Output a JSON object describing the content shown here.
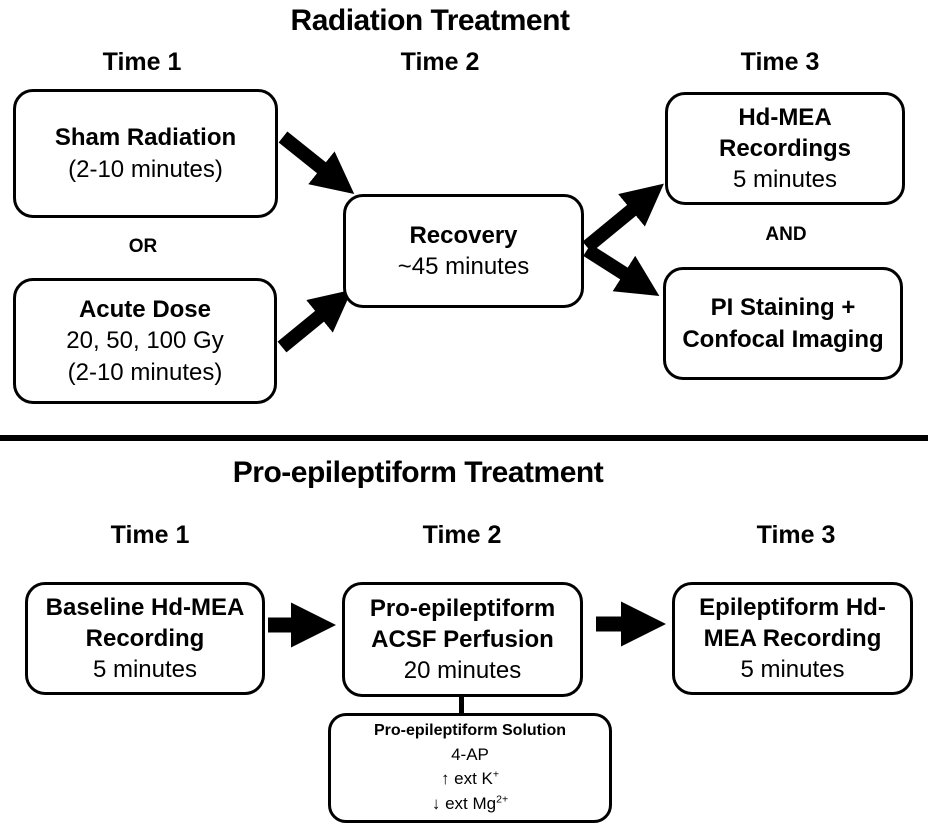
{
  "radiation": {
    "title": "Radiation Treatment",
    "time_headers": [
      "Time 1",
      "Time 2",
      "Time 3"
    ],
    "sham": {
      "title": "Sham Radiation",
      "sub": "(2-10 minutes)"
    },
    "or_label": "OR",
    "acute": {
      "title": "Acute Dose",
      "line2": "20, 50, 100 Gy",
      "line3": "(2-10 minutes)"
    },
    "recovery": {
      "title": "Recovery",
      "sub": "~45 minutes"
    },
    "hdmea": {
      "line1": "Hd-MEA",
      "line2": "Recordings",
      "sub": "5 minutes"
    },
    "and_label": "AND",
    "pi": {
      "line1": "PI Staining +",
      "line2": "Confocal Imaging"
    }
  },
  "proepileptiform": {
    "title": "Pro-epileptiform Treatment",
    "time_headers": [
      "Time 1",
      "Time 2",
      "Time 3"
    ],
    "baseline": {
      "line1": "Baseline Hd-MEA",
      "line2": "Recording",
      "sub": "5 minutes"
    },
    "acsf": {
      "line1": "Pro-epileptiform",
      "line2": "ACSF Perfusion",
      "sub": "20 minutes"
    },
    "epileptiform": {
      "line1": "Epileptiform Hd-",
      "line2": "MEA Recording",
      "sub": "5 minutes"
    },
    "solution": {
      "title": "Pro-epileptiform Solution",
      "item1": "4-AP",
      "item2_pre": "↑ ext K",
      "item2_sup": "+",
      "item3_pre": "↓ ext Mg",
      "item3_sup": "2+"
    }
  },
  "colors": {
    "ink": "#000000",
    "background": "#ffffff"
  }
}
